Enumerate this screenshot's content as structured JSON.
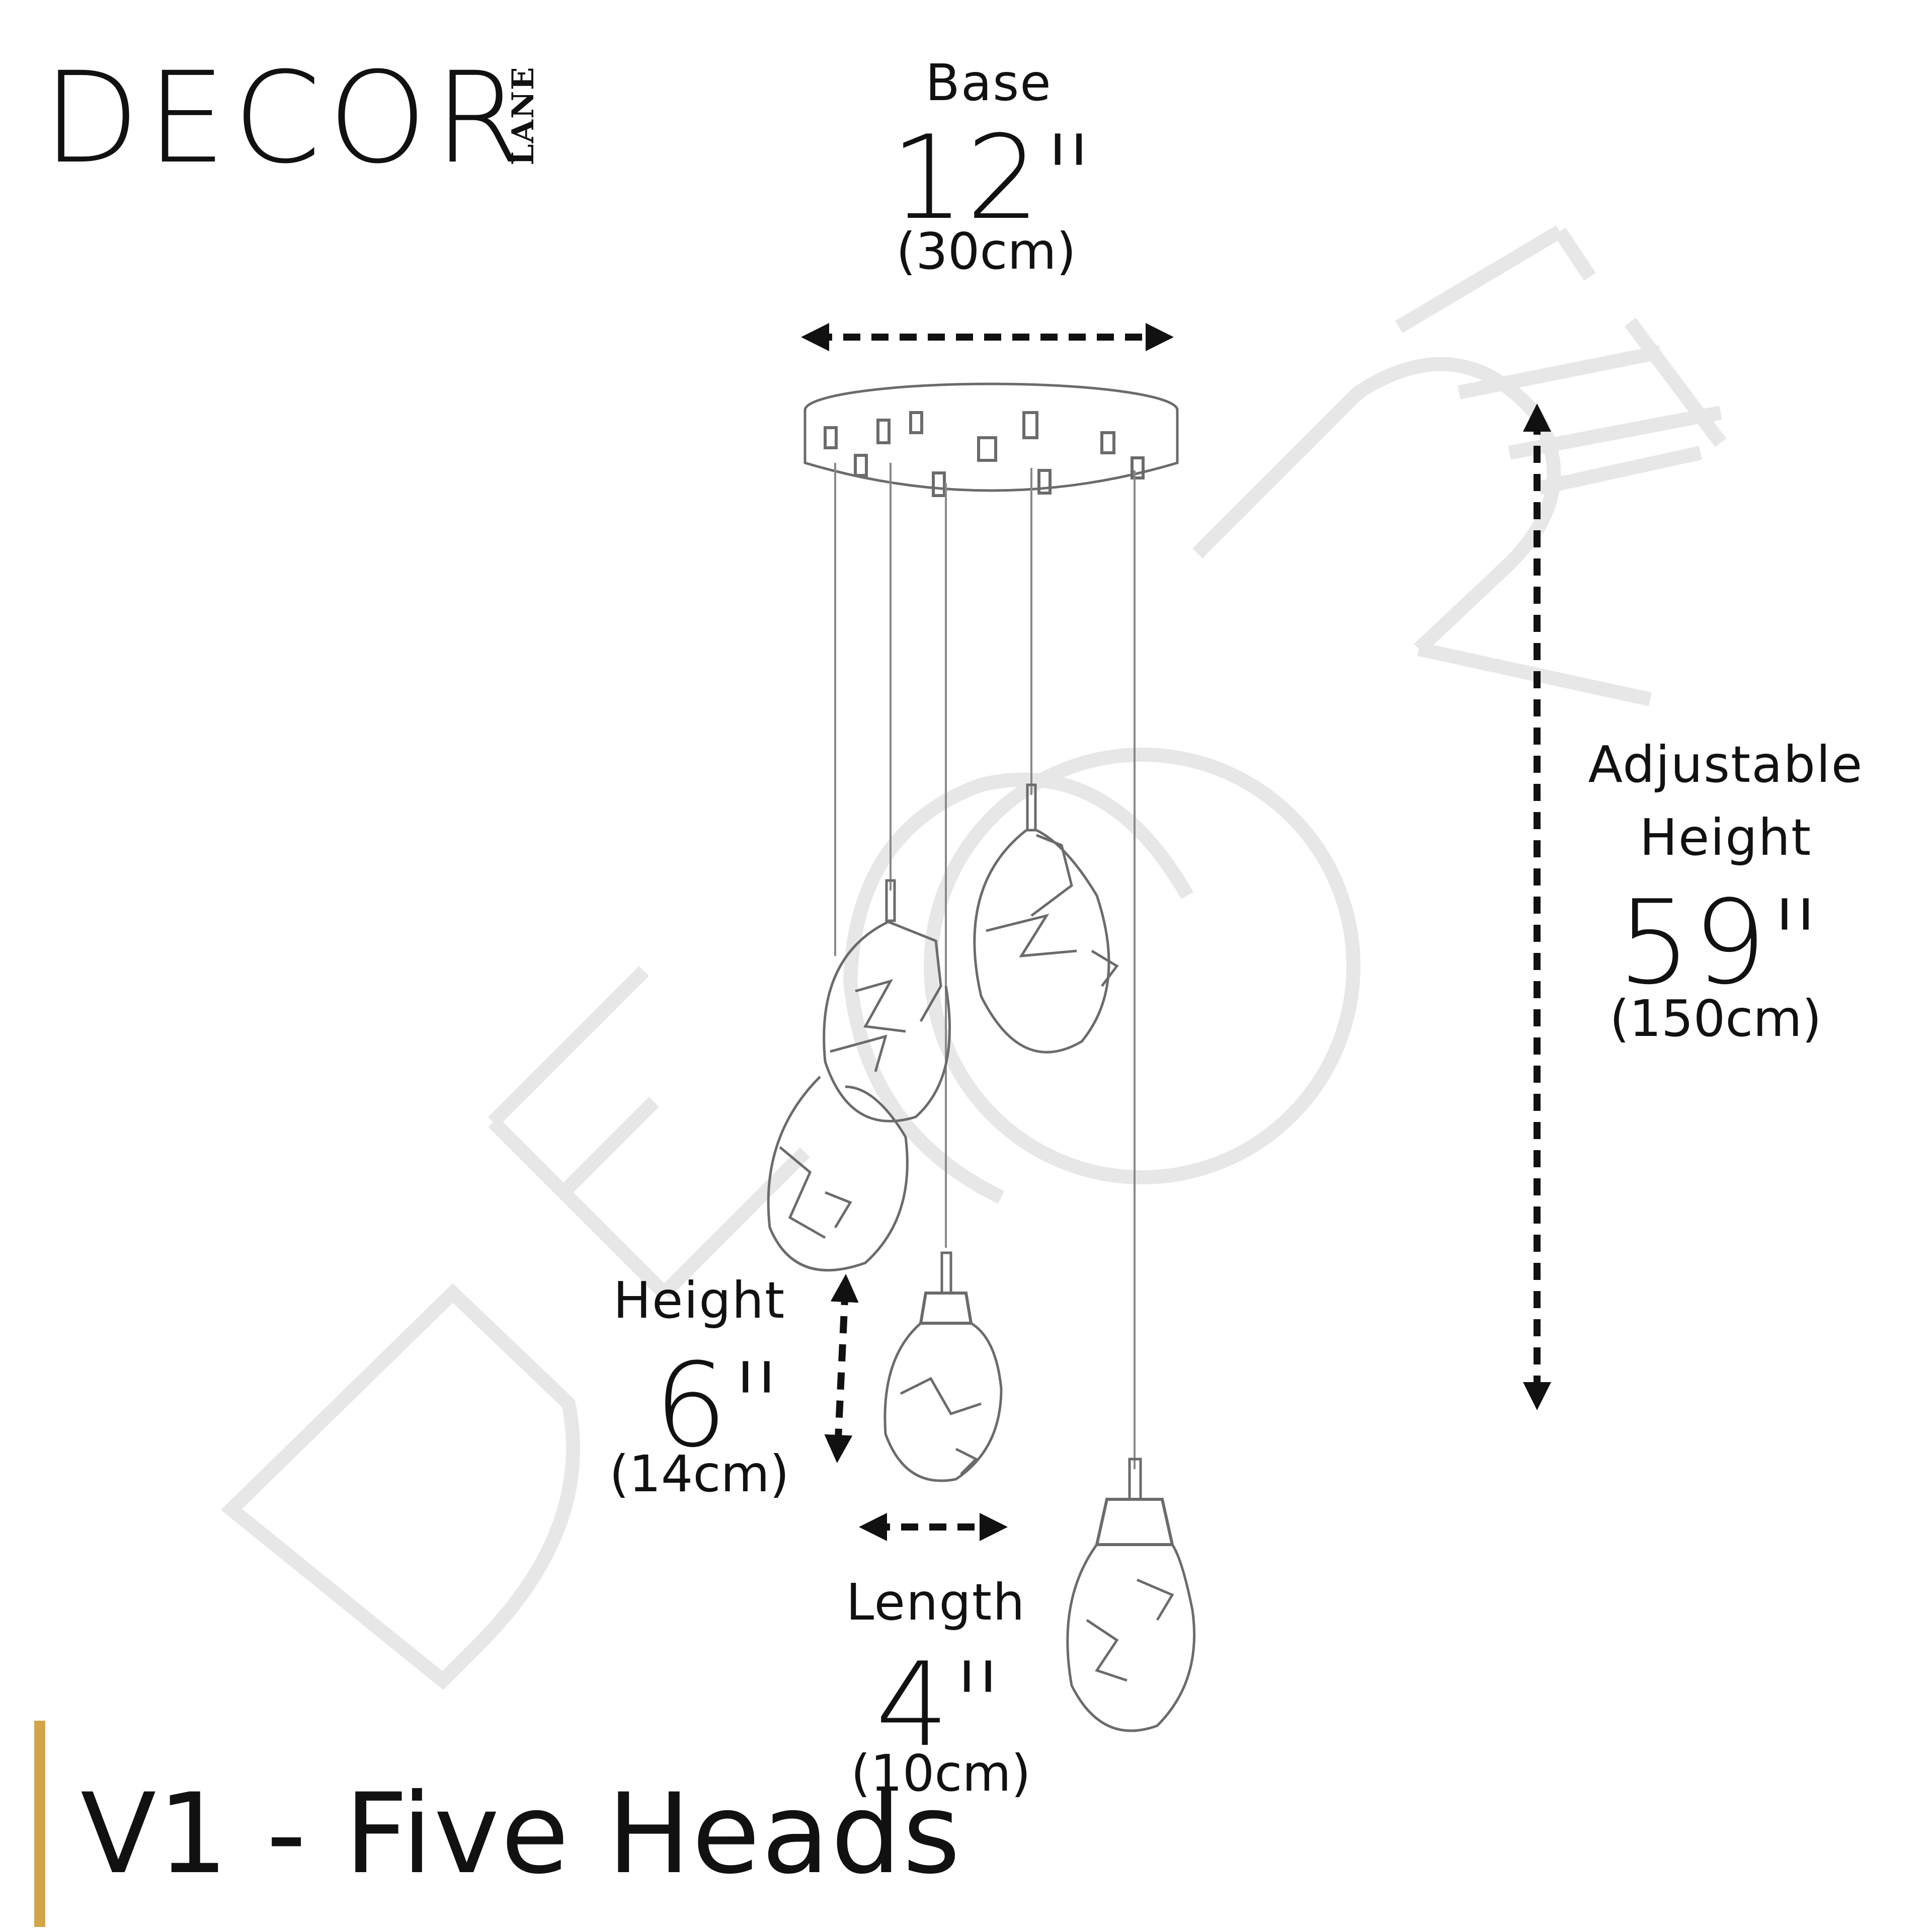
{
  "brand": {
    "name": "DECOR",
    "sub": "LANE",
    "watermark": "DECOR LANE"
  },
  "dimensions": {
    "base": {
      "label": "Base",
      "imperial": "12\"",
      "metric": "(30cm)"
    },
    "adjustable_height": {
      "label_line1": "Adjustable",
      "label_line2": "Height",
      "imperial": "59\"",
      "metric": "(150cm)"
    },
    "shade_height": {
      "label": "Height",
      "imperial": "6\"",
      "metric": "(14cm)"
    },
    "shade_length": {
      "label": "Length",
      "imperial": "4\"",
      "metric": "(10cm)"
    }
  },
  "variant": {
    "title": "V1 - Five Heads"
  },
  "colors": {
    "accent": "#D4A449",
    "text": "#111111",
    "arrow": "#111111",
    "sketch": "#6b6b6b",
    "watermark": "#e4e4e4"
  },
  "icons": [
    "double-arrow-horizontal",
    "double-arrow-vertical"
  ]
}
